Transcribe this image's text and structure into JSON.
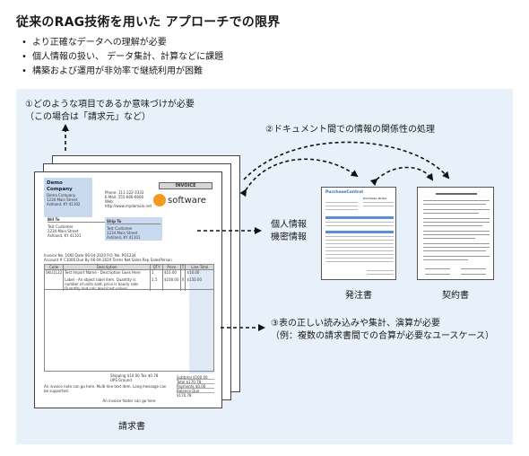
{
  "title": "従来のRAG技術を用いた アプローチでの限界",
  "bullets": [
    "より正確なデータへの理解が必要",
    "個人情報の扱い、 データ集計、計算などに課題",
    "構築および運用が非効率で継続利用が困難"
  ],
  "notes": {
    "note1_line1": "①どのような項目であるか意味づけが必要",
    "note1_line2": "（この場合は「請求元」など）",
    "note2": "②ドキュメント間での情報の関係性の処理",
    "pii_line1": "個人情報",
    "pii_line2": "機密情報",
    "note3_line1": "③表の正しい読み込みや集計、演算が必要",
    "note3_line2": "（例：複数の請求書間での合算が必要なユースケース）"
  },
  "captions": {
    "invoice": "請求書",
    "purchase_order": "発注書",
    "contract": "契約書"
  },
  "invoice": {
    "company": "Demo Company",
    "company_lines": [
      "Demo Company",
      "1234 Main Street",
      "Ashland, KY 41102"
    ],
    "badge": "INVOICE",
    "contact": [
      "Phone: 111-222-3333",
      "E-Mail: 555-666-6666",
      "Web: http://www.mydomain.net"
    ],
    "logo_text": "software",
    "bill_to": "Bill To",
    "bill_lines": [
      "Test Customer",
      "1234 Main Street",
      "Ashland, KY 41101"
    ],
    "ship_to": "Ship To",
    "ship_lines": [
      "Test Customer",
      "1234 Main Street",
      "Ashland, KY 41101"
    ],
    "meta_row1": "Invoice No. 1060    Date 06-04-2020    P.O. No. PO1234",
    "meta_row2": "Account # C1006    Due By 06-04-2020    Terms Net    Sales Rep SalesPerson",
    "columns": [
      "Code",
      "Description",
      "QTY",
      "Price",
      "T",
      "Line Total"
    ],
    "rows": [
      [
        "SKU1122",
        "Test Import Name - Description Goes Here",
        "1",
        "$10.00",
        "",
        "$10.00"
      ],
      [
        "",
        "Label - An object label item. Quantity is number of units sold, price is hourly rate. Quantity and calc desc/cost values.",
        "1.5",
        "$100.00",
        "X",
        "$150.00"
      ]
    ],
    "shipping": "Shipping $10.00   Tax $0.78",
    "ups": "UPS Ground",
    "note_line": "An invoice note can go here. Multi-line text item. Long message can be supported.",
    "totals": [
      "Subtotal $160.00",
      "Total $170.78",
      "Payments $0.00",
      "Balance Due $170.78"
    ],
    "footer": "An invoice footer can go here"
  },
  "purchase_order": {
    "brand": "PurchaseControl",
    "header": "Purchase Order"
  }
}
